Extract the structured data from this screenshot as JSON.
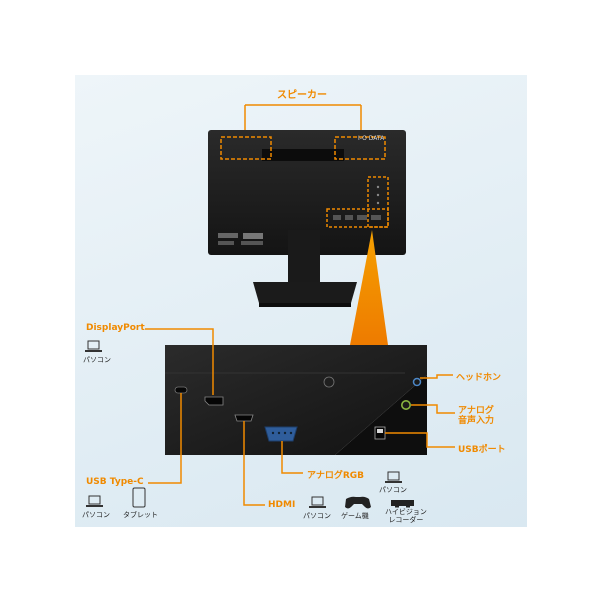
{
  "monitor": {
    "brand": "I-O DATA"
  },
  "labels": {
    "speaker": "スピーカー",
    "displayport": "DisplayPort",
    "usb_typec": "USB  Type-C",
    "hdmi": "HDMI",
    "analog_rgb": "アナログRGB",
    "headphone": "ヘッドホン",
    "analog_audio_line1": "アナログ",
    "analog_audio_line2": "音声入力",
    "usb_port": "USBポート"
  },
  "devices": {
    "pc": "パソコン",
    "tablet": "タブレット",
    "game": "ゲーム機",
    "hdr_line1": "ハイビジョン",
    "hdr_line2": "レコーダー"
  },
  "colors": {
    "accent": "#f08a00",
    "monitor_body": "#1e1e1e",
    "background": "#e4eff5"
  }
}
